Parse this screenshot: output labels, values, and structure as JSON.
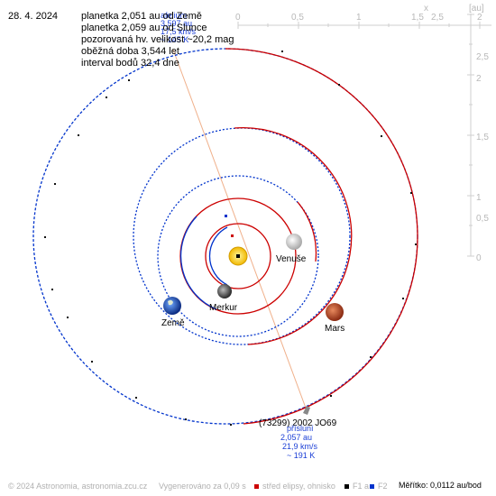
{
  "date": "28. 4. 2024",
  "info_lines": [
    "planetka 2,051 au od Země",
    "planetka 2,059 au od Slunce",
    "pozorovaná hv. velikost ~20,2 mag",
    "oběžná doba 3,544 let",
    "interval bodů 32,4 dne"
  ],
  "axis_x_label": "x",
  "axis_unit": "[au]",
  "axis_x_ticks": [
    "0",
    "0,5",
    "1",
    "1,5",
    "2",
    "2,5"
  ],
  "axis_y_ticks": [
    "2,5",
    "2",
    "1,5",
    "1",
    "0,5",
    "0"
  ],
  "planets": {
    "venus": "Venuše",
    "mercury": "Merkur",
    "earth": "Země",
    "mars": "Mars"
  },
  "asteroid_name": "(73299) 2002 JO69",
  "top_vector_label": [
    "afelium",
    "3,597 au",
    "17,5 km/s",
    "~ 145 K"
  ],
  "bottom_vector_label": [
    "přísluní",
    "2,057 au",
    "21,9 km/s",
    "~ 191 K"
  ],
  "footer": {
    "copyright": "© 2024 Astronomia, astronomia.zcu.cz",
    "generated": "Vygenerováno za 0,09 s",
    "legend_center": "střed elipsy, ohnisko",
    "legend_f1": "F1 a",
    "legend_f2": "F2",
    "scale": "Měřítko: 0,0112 au/bod"
  },
  "colors": {
    "red": "#cc0000",
    "blue": "#0033cc",
    "sun": "#ffd400",
    "mars": "#b84a2e"
  }
}
